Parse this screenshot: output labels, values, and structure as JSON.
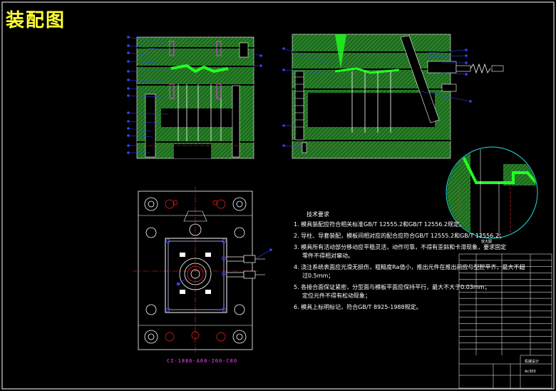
{
  "title": "装配图",
  "tech_notes": {
    "heading": "技术要求",
    "items": [
      "1. 模具装配应符合相关标准GB/T 12555.2和GB/T 12556.2规定。",
      "2. 导柱、导套装配，模板间相对应的配合应符合GB/T 12555.2和GB/T 12556.2；",
      "3. 模具所有活动部分移动应平稳灵活，动作可靠，不得有歪斜和卡滞现象，要求固定",
      "零件不得相对窜动。",
      "4. 浇注系统表面应光滑无损伤，粗糙度Ra值小，推出元件在推出前应与型腔平齐，最大不超",
      "过0.5mm；",
      "5. 各接合面保证紧密，分型面与模板平面应保持平行，最大不大于0.03mm；",
      "定位元件不得有松动现象；",
      "6. 模具上标明标记，符合GB/T 8925-1988规定。"
    ]
  },
  "drawing_code": "CI-1886-A60-200-C80",
  "detail_label": "放大图",
  "title_block": {
    "rows": 16,
    "brand": "机械设计",
    "drawing_no": "Ac300"
  },
  "colors": {
    "background": "#000000",
    "mold": "#2a7a2a",
    "hatch": "#3cb83c",
    "outline": "#ffffff",
    "leader": "#3344ff",
    "red": "#ff2020",
    "cyan": "#22dddd",
    "yellow": "#ffff33",
    "magenta": "#ff44ff"
  }
}
